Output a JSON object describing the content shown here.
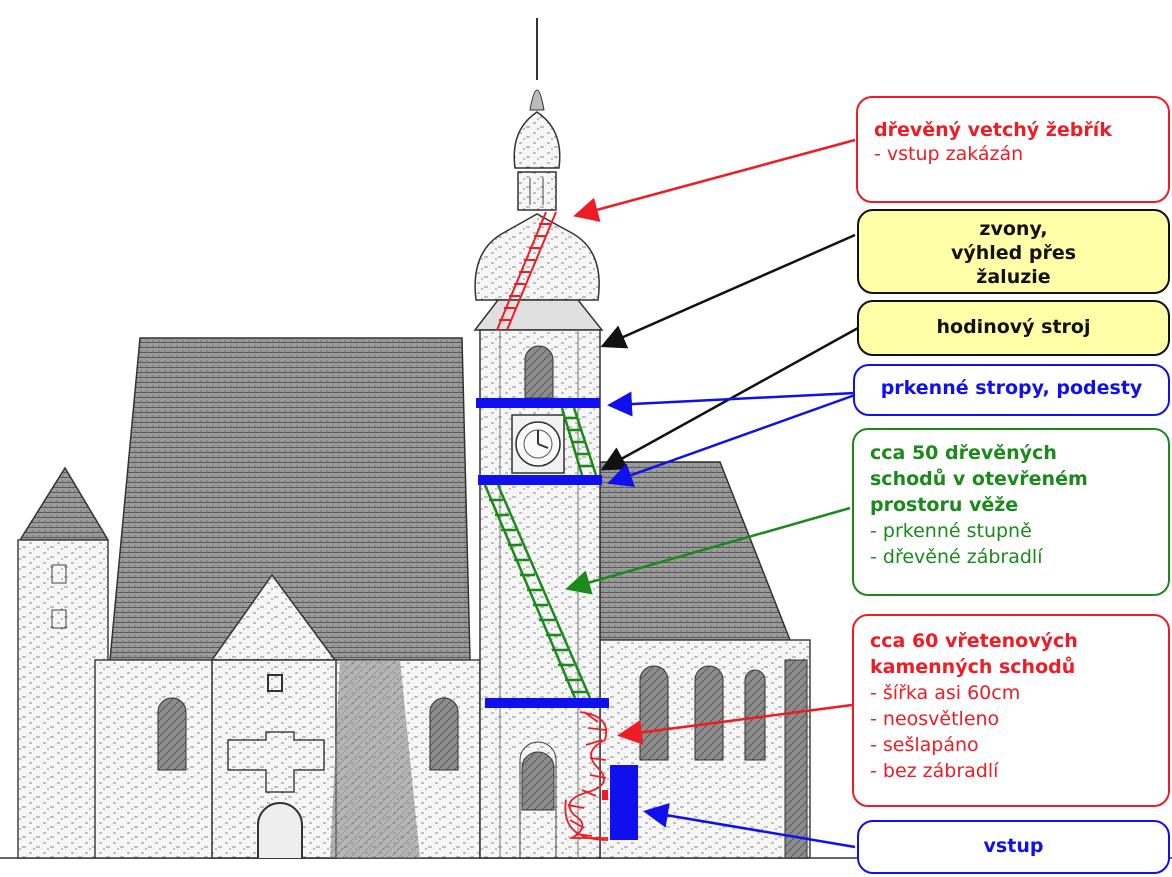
{
  "colors": {
    "red": "#ee1c25",
    "black": "#111111",
    "blue": "#1010ee",
    "green": "#1a8a1a",
    "highlight": "#ffffa8",
    "sketch": "#3a3a3a"
  },
  "callouts": {
    "ladder": {
      "title": "dřevěný vetchý žebřík",
      "lines": [
        "- vstup zakázán"
      ]
    },
    "bells": {
      "title_lines": [
        "zvony,",
        "výhled přes",
        "žaluzie"
      ]
    },
    "clock": {
      "title": "hodinový stroj"
    },
    "floors": {
      "title": "prkenné stropy, podesty"
    },
    "wooden_stairs": {
      "title_lines": [
        "cca 50 dřevěných",
        "schodů v otevřeném",
        "prostoru věže"
      ],
      "lines": [
        "- prkenné stupně",
        "- dřevěné zábradlí"
      ]
    },
    "stone_stairs": {
      "title_lines": [
        "cca 60 vřetenových",
        "kamenných schodů"
      ],
      "lines": [
        "- šířka asi 60cm",
        "- neosvětleno",
        "- sešlapáno",
        "- bez zábradlí"
      ]
    },
    "entrance": {
      "title": "vstup"
    }
  }
}
